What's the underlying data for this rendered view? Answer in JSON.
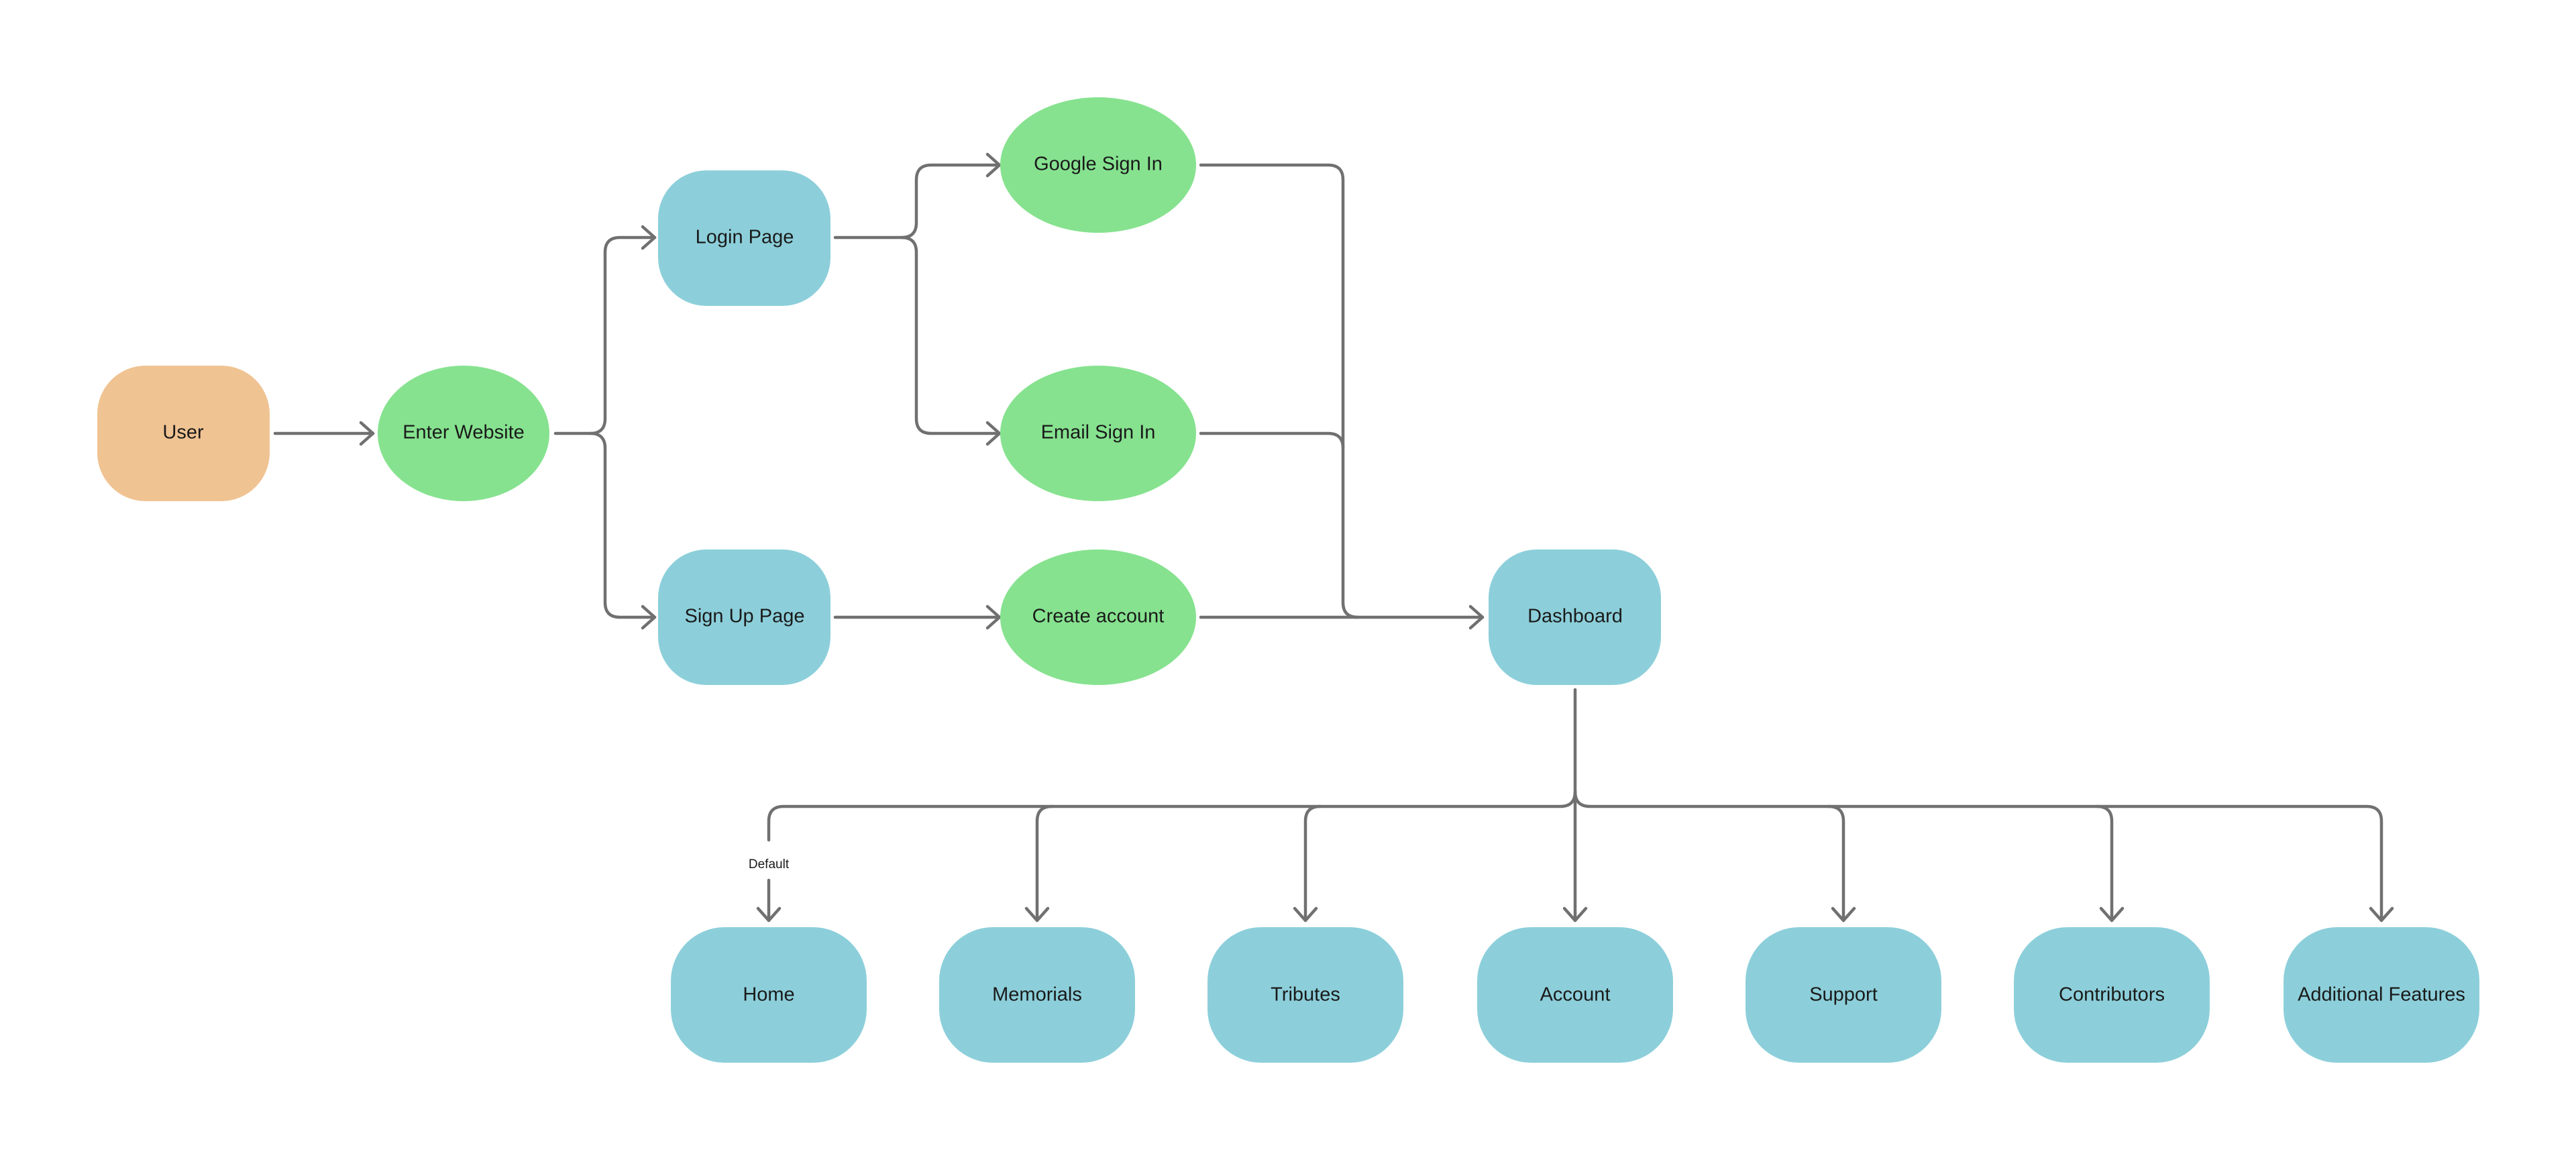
{
  "colors": {
    "start": "#f0c392",
    "action": "#86e28f",
    "page": "#8ccfda",
    "edge": "#707070",
    "text": "#1a1a1a"
  },
  "nodes": {
    "user": "User",
    "enter_website": "Enter Website",
    "login_page": "Login Page",
    "signup_page": "Sign Up Page",
    "google_signin": "Google Sign In",
    "email_signin": "Email Sign In",
    "create_account": "Create account",
    "dashboard": "Dashboard",
    "home": "Home",
    "memorials": "Memorials",
    "tributes": "Tributes",
    "account": "Account",
    "support": "Support",
    "contributors": "Contributors",
    "additional_features": "Additional Features"
  },
  "edges": {
    "default_label": "Default"
  }
}
